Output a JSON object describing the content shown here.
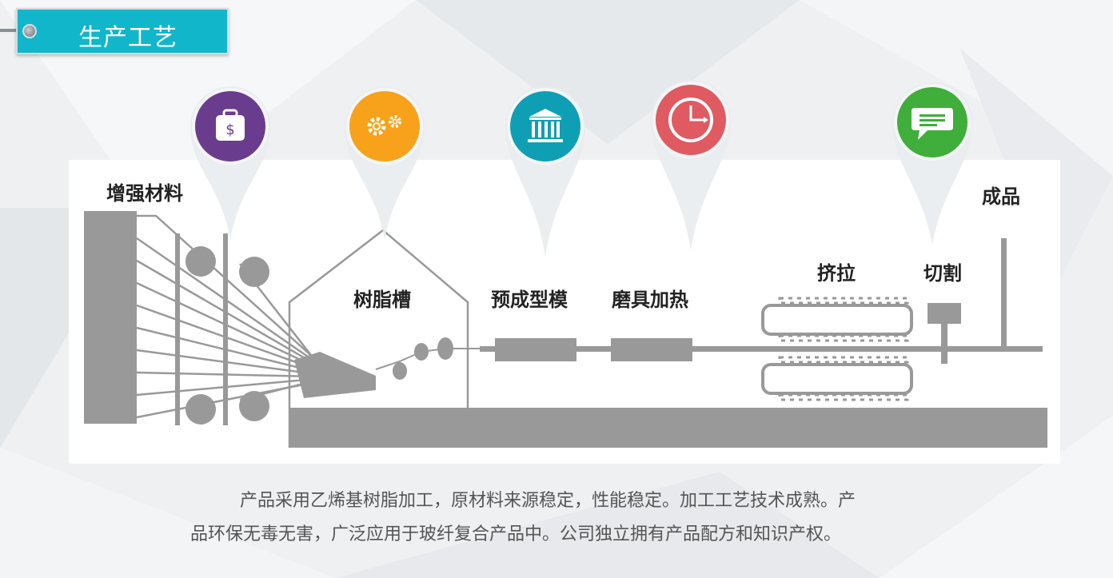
{
  "header": {
    "title": "生产工艺"
  },
  "process": {
    "labels": {
      "reinforcement": "增强材料",
      "resin_tank": "树脂槽",
      "preform_die": "预成型模",
      "die_heating": "磨具加热",
      "pulling": "挤拉",
      "cutting": "切割",
      "product": "成品"
    }
  },
  "icons": [
    {
      "name": "money-bag-icon",
      "color": "#6a3c8e"
    },
    {
      "name": "gears-icon",
      "color": "#f7a21a"
    },
    {
      "name": "bank-icon",
      "color": "#0f9fb5"
    },
    {
      "name": "clock-icon",
      "color": "#e05a62"
    },
    {
      "name": "chat-icon",
      "color": "#3fae3a"
    }
  ],
  "description": {
    "line1": "产品采用乙烯基树脂加工，原材料来源稳定，性能稳定。加工工艺技术成熟。产",
    "line2": "品环保无毒无害，广泛应用于玻纤复合产品中。公司独立拥有产品配方和知识产权。"
  },
  "colors": {
    "accent": "#12b6cb",
    "machine_gray": "#999999",
    "text": "#222222"
  }
}
